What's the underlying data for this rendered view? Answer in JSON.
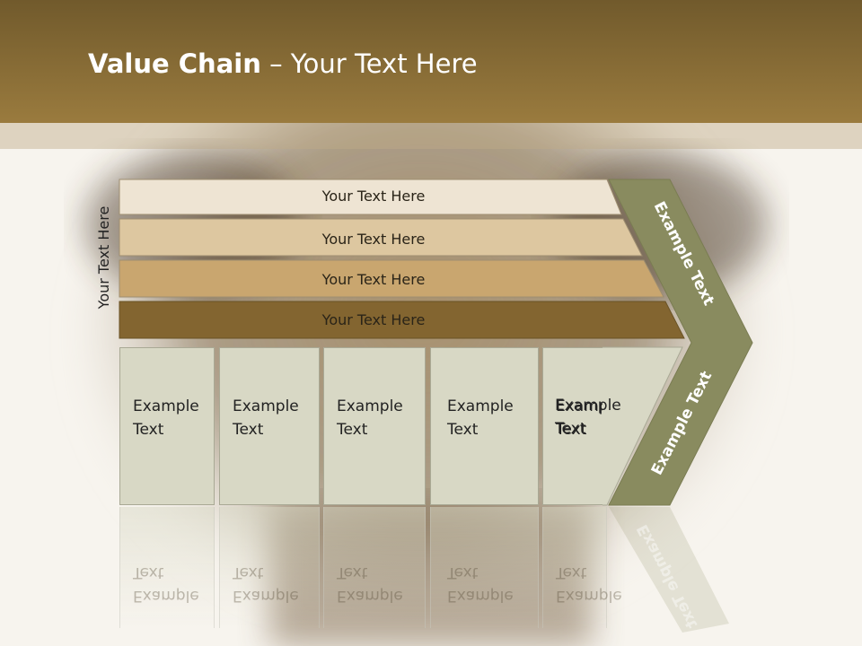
{
  "header": {
    "title_bold": "Value Chain",
    "title_rest": " – Your Text Here"
  },
  "side_label": "Your Text Here",
  "bars": [
    {
      "label": "Your Text Here",
      "color": "#eee4d3"
    },
    {
      "label": "Your Text Here",
      "color": "#ddc7a0"
    },
    {
      "label": "Your Text Here",
      "color": "#c9a66f"
    },
    {
      "label": "Your Text Here",
      "color": "#836530"
    }
  ],
  "arrow": {
    "color": "#898b5f",
    "top_label": "Example Text",
    "bottom_label": "Example Text"
  },
  "columns": [
    {
      "line1": "Example",
      "line2": "Text"
    },
    {
      "line1": "Example",
      "line2": "Text"
    },
    {
      "line1": "Example",
      "line2": "Text"
    },
    {
      "line1": "Example",
      "line2": "Text"
    },
    {
      "line1": "Example",
      "line2": "Text"
    }
  ],
  "colors": {
    "header": "#866b35",
    "column_fill": "#d8d8c5"
  }
}
